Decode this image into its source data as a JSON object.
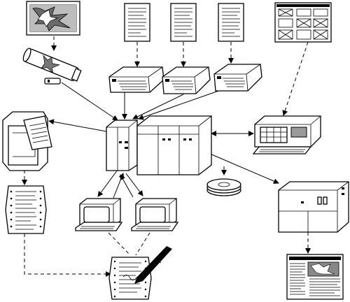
{
  "diagram": {
    "description_nodes": [
      {
        "id": "artwork-input",
        "icon": "framed-picture-icon"
      },
      {
        "id": "scanner-tube",
        "icon": "drum-scanner-icon"
      },
      {
        "id": "source-document-1",
        "icon": "document-icon"
      },
      {
        "id": "source-document-2",
        "icon": "document-icon"
      },
      {
        "id": "source-document-3",
        "icon": "document-icon"
      },
      {
        "id": "layout-sheet",
        "icon": "page-layout-grid-icon"
      },
      {
        "id": "keyboard-terminal-1",
        "icon": "keyboard-terminal-icon"
      },
      {
        "id": "keyboard-terminal-2",
        "icon": "keyboard-terminal-icon"
      },
      {
        "id": "keyboard-terminal-3",
        "icon": "keyboard-terminal-icon"
      },
      {
        "id": "mainframe-computer",
        "icon": "mainframe-icon"
      },
      {
        "id": "line-printer",
        "icon": "printer-icon"
      },
      {
        "id": "printout",
        "icon": "fanfold-printout-icon"
      },
      {
        "id": "video-terminal-1",
        "icon": "crt-terminal-icon"
      },
      {
        "id": "video-terminal-2",
        "icon": "crt-terminal-icon"
      },
      {
        "id": "disk-pack",
        "icon": "disk-storage-icon"
      },
      {
        "id": "page-makeup-terminal",
        "icon": "layout-workstation-icon"
      },
      {
        "id": "phototypesetter",
        "icon": "phototypesetter-icon"
      },
      {
        "id": "proof-with-pen",
        "icon": "proof-correction-icon"
      },
      {
        "id": "output-page",
        "icon": "finished-page-icon"
      }
    ]
  }
}
